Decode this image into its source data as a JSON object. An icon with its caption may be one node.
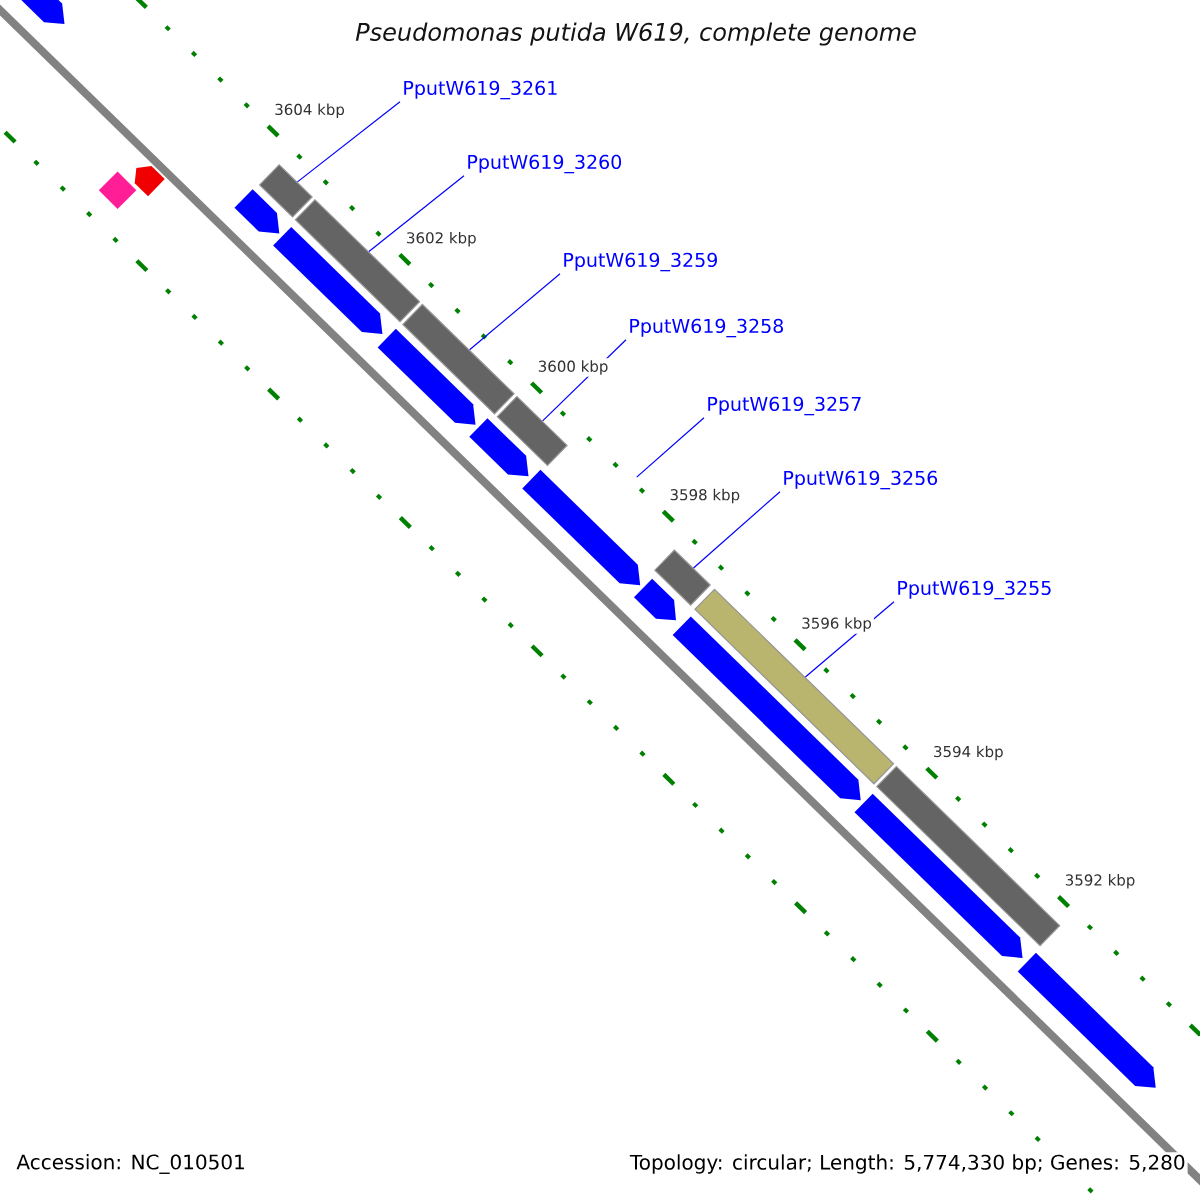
{
  "diagram": {
    "title": "Pseudomonas putida W619, complete genome",
    "nodes": [
      {
        "text": [
          "PputW619_3261"
        ]
      },
      {
        "text": [
          "PputW619_3260"
        ]
      },
      {
        "text": [
          "PputW619_3259"
        ]
      },
      {
        "text": [
          "PputW619_3258"
        ]
      },
      {
        "text": [
          "PputW619_3257"
        ]
      },
      {
        "text": [
          "PputW619_3256"
        ]
      },
      {
        "text": [
          "PputW619_3255"
        ]
      },
      {
        "text": [],
        "shape": "box"
      },
      {
        "text": [],
        "shape": "box"
      },
      {
        "text": [],
        "shape": "box"
      },
      {
        "text": [],
        "shape": "box"
      },
      {
        "text": [],
        "shape": "box"
      },
      {
        "text": [],
        "shape": "box"
      },
      {
        "text": [],
        "shape": "arrow"
      },
      {
        "text": [],
        "shape": "diamond"
      },
      {
        "text": [],
        "shape": "arrow"
      },
      {
        "text": [],
        "shape": "arrow"
      },
      {
        "text": [],
        "shape": "arrow"
      },
      {
        "text": [],
        "shape": "arrow"
      },
      {
        "text": [],
        "shape": "arrow"
      },
      {
        "text": [],
        "shape": "arrow"
      },
      {
        "text": [],
        "shape": "arrow"
      },
      {
        "text": [],
        "shape": "arrow"
      },
      {
        "text": [],
        "shape": "arrow"
      },
      {
        "text": [],
        "shape": "arrow"
      },
      {
        "text": [],
        "shape": "box"
      }
    ],
    "edges": [
      {
        "from": 0,
        "to": 7,
        "arrow": "none"
      },
      {
        "from": 1,
        "to": 8,
        "arrow": "none"
      },
      {
        "from": 2,
        "to": 9,
        "arrow": "none"
      },
      {
        "from": 3,
        "to": 10,
        "arrow": "none"
      },
      {
        "from": 4,
        "to": null,
        "arrow": "none"
      },
      {
        "from": 5,
        "to": 11,
        "arrow": "none"
      },
      {
        "from": 6,
        "to": 12,
        "arrow": "none"
      }
    ],
    "labels": [
      "3604 kbp",
      "3602 kbp",
      "3600 kbp",
      "3598 kbp",
      "3596 kbp",
      "3594 kbp",
      "3592 kbp",
      "Accession: NC_010501",
      "Topology: circular; Length: 5,774,330 bp; Genes: 5,280"
    ]
  }
}
